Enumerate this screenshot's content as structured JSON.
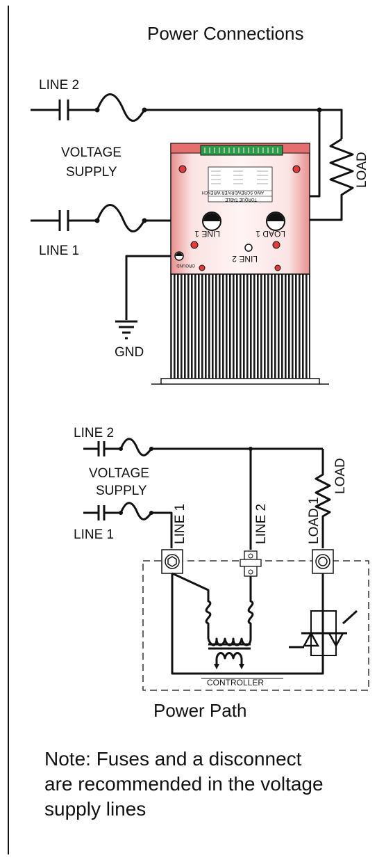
{
  "top_diagram": {
    "title": "Power Connections",
    "line2_label": "LINE 2",
    "line1_label": "LINE 1",
    "supply_label_1": "VOLTAGE",
    "supply_label_2": "SUPPLY",
    "load_label": "LOAD",
    "gnd_label": "GND",
    "device": {
      "terminal_line1": "LINE 1",
      "terminal_line2": "LINE 2",
      "terminal_load1": "LOAD 1",
      "ground_label": "GROUND",
      "torque_table_title": "TORQUE TABLE",
      "torque_table_header": "AWG  SCREWDRIVER  WRENCH"
    }
  },
  "bottom_diagram": {
    "line2_label": "LINE 2",
    "line1_label": "LINE 1",
    "supply_label_1": "VOLTAGE",
    "supply_label_2": "SUPPLY",
    "load_label": "LOAD",
    "terminal_line1": "LINE 1",
    "terminal_line2": "LINE 2",
    "terminal_load1": "LOAD 1",
    "controller_label": "CONTROLLER",
    "caption": "Power Path"
  },
  "note": {
    "line1": "Note: Fuses and a disconnect",
    "line2": "are recommended in the voltage",
    "line3": "supply lines"
  },
  "colors": {
    "wire": "#111111",
    "device_pink": "#f4c9c9",
    "device_red": "#e23b3b",
    "terminal_green": "#2f9a4a",
    "heatsink": "#1a1a1a"
  }
}
